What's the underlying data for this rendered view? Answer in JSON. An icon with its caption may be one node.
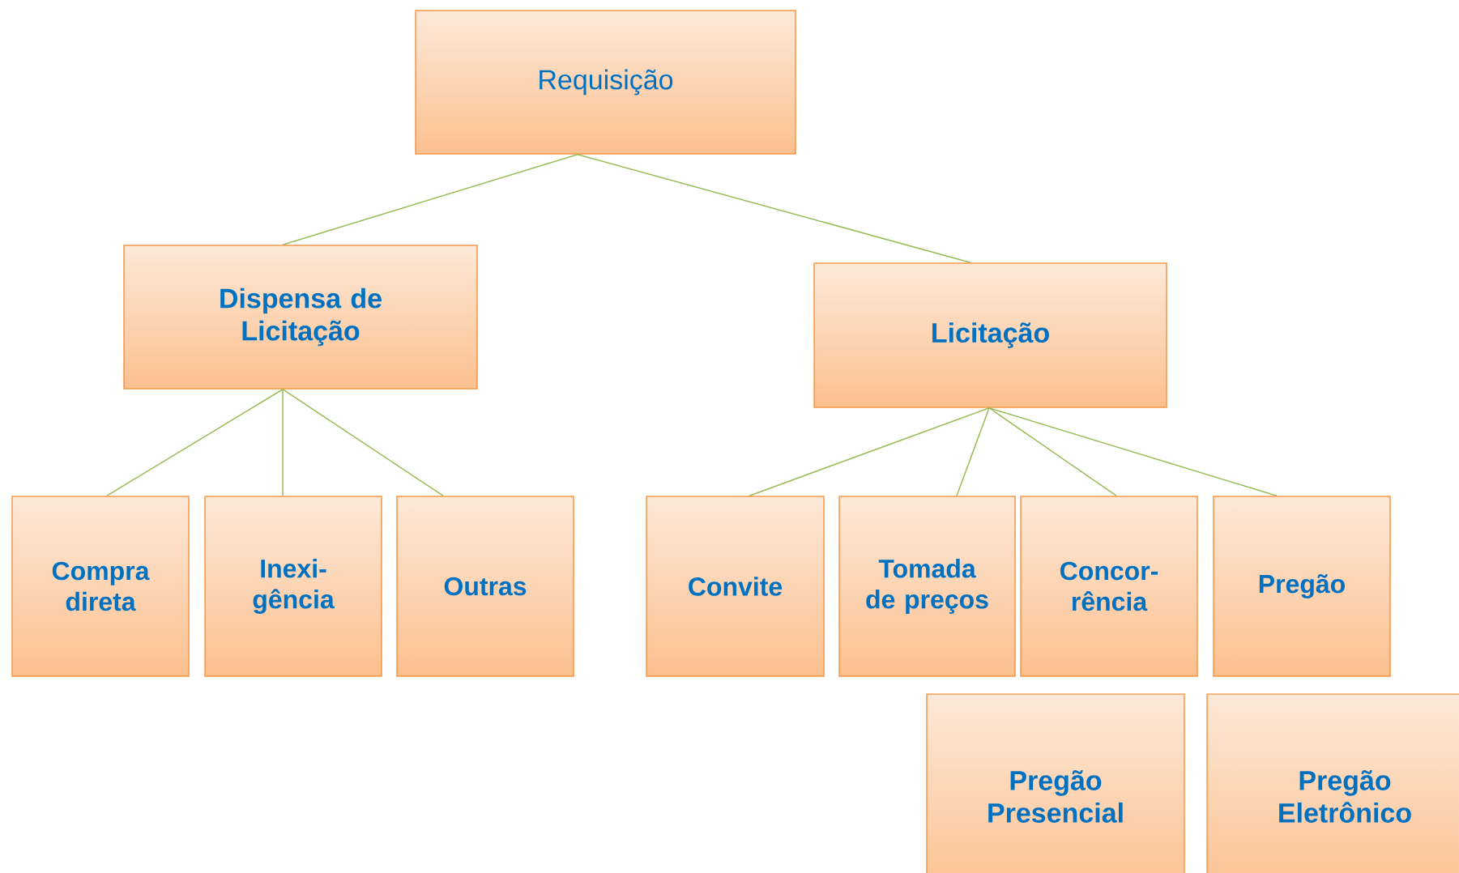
{
  "diagram": {
    "nodes": [
      {
        "text": [
          "Requisição"
        ]
      },
      {
        "text": [
          "Dispensa de Licitação"
        ]
      },
      {
        "text": [
          "Licitação"
        ]
      },
      {
        "text": [
          "Compra direta"
        ]
      },
      {
        "text": [
          "Inexi- gência"
        ]
      },
      {
        "text": [
          "Outras"
        ]
      },
      {
        "text": [
          "Convite"
        ]
      },
      {
        "text": [
          "Tomada de preços"
        ]
      },
      {
        "text": [
          "Concor- rência"
        ]
      },
      {
        "text": [
          "Pregão"
        ]
      },
      {
        "text": [
          "Pregão Presencial"
        ]
      },
      {
        "text": [
          "Pregão Eletrônico"
        ]
      }
    ],
    "edges": [
      {
        "from": 0,
        "to": 1,
        "arrow": "none"
      },
      {
        "from": 0,
        "to": 2,
        "arrow": "none"
      },
      {
        "from": 1,
        "to": 3,
        "arrow": "none"
      },
      {
        "from": 1,
        "to": 4,
        "arrow": "none"
      },
      {
        "from": 1,
        "to": 5,
        "arrow": "none"
      },
      {
        "from": 2,
        "to": 6,
        "arrow": "none"
      },
      {
        "from": 2,
        "to": 7,
        "arrow": "none"
      },
      {
        "from": 2,
        "to": 8,
        "arrow": "none"
      },
      {
        "from": 2,
        "to": 9,
        "arrow": "none"
      }
    ]
  }
}
